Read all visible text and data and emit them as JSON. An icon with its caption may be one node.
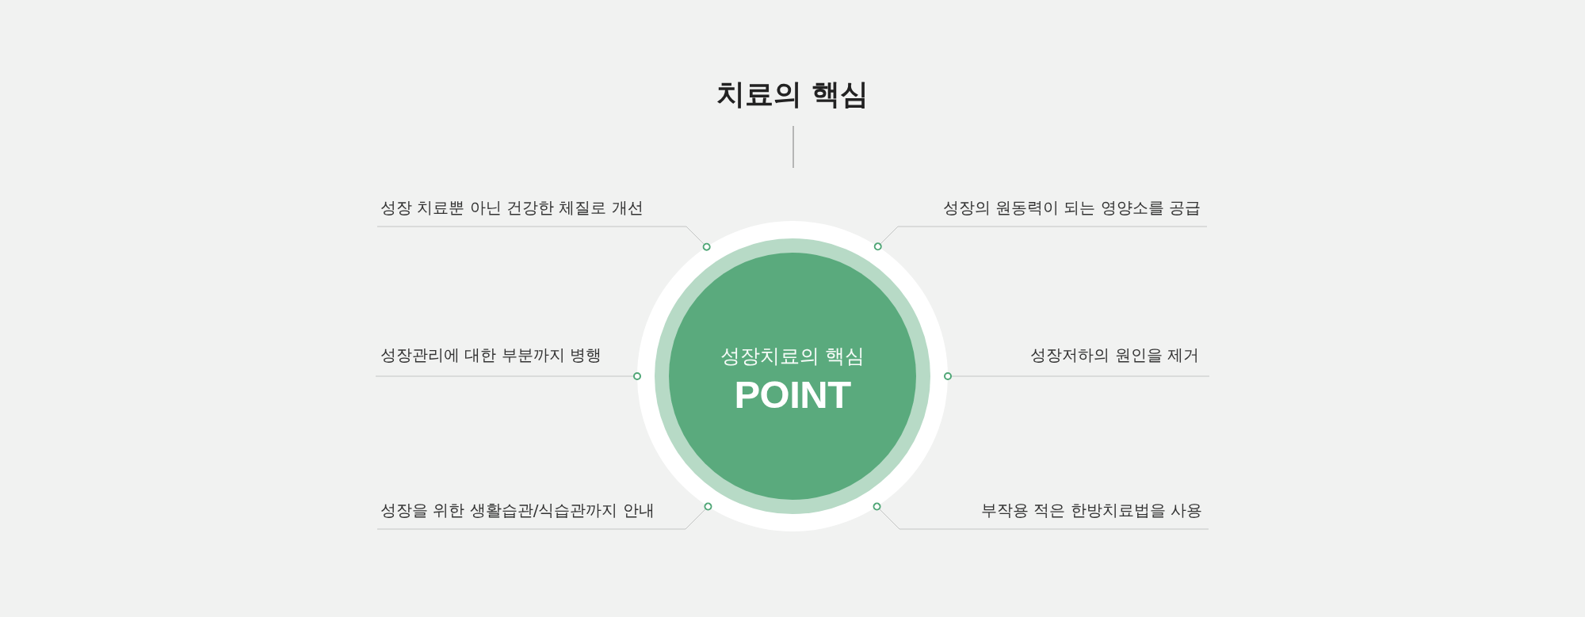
{
  "diagram": {
    "title": "치료의 핵심",
    "nodes": [
      {
        "text": [
          "성장 치료뿐 아닌 건강한 체질로 개선"
        ]
      },
      {
        "text": [
          "성장의 원동력이 되는 영양소를 공급"
        ]
      },
      {
        "text": [
          "성장치료의 핵심",
          "POINT"
        ]
      },
      {
        "text": [
          "성장관리에 대한 부분까지 병행"
        ]
      },
      {
        "text": [
          "성장저하의 원인을 제거"
        ]
      },
      {
        "text": [
          "성장을 위한 생활습관/식습관까지 안내"
        ]
      },
      {
        "text": [
          "부작용 적은 한방치료법을 사용"
        ]
      }
    ],
    "edges": [
      {
        "from": 0,
        "to": 2,
        "arrow": "other"
      },
      {
        "from": 1,
        "to": 2,
        "arrow": "other"
      },
      {
        "from": 3,
        "to": 2,
        "arrow": "other"
      },
      {
        "from": 4,
        "to": 2,
        "arrow": "other"
      },
      {
        "from": 5,
        "to": 2,
        "arrow": "other"
      },
      {
        "from": 6,
        "to": 2,
        "arrow": "other"
      }
    ]
  }
}
